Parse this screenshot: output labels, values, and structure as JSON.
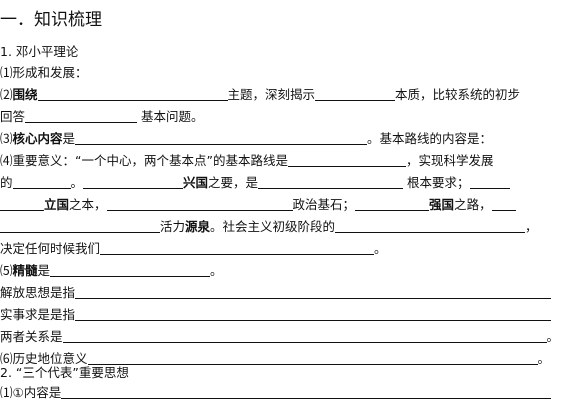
{
  "section_title": "一．知识梳理",
  "lines": {
    "l1": "1. 邓小平理论",
    "l2": "⑴形成和发展：",
    "l3": {
      "a": "⑵",
      "b": "围绕",
      "c": "主题，深刻揭示",
      "d": "本质，比较系统的初步"
    },
    "l4": {
      "a": "回答",
      "b": " 基本问题。"
    },
    "l5": {
      "a": "⑶",
      "b": "核心内容",
      "c": "是",
      "d": "。基本路线的内容是："
    },
    "l6": {
      "a": "⑷重要意义：“一个中心，两个基本点”的基本路线是",
      "b": "，实现科学发展"
    },
    "l7": {
      "a": "的",
      "b": "。",
      "c": "兴国",
      "d": "之要，是",
      "e": " 根本要求；"
    },
    "l8": {
      "a": "立国",
      "b": "之本，",
      "c": "政治基石；",
      "d": "强国",
      "e": "之路，"
    },
    "l9": {
      "a": "活力",
      "b": "源泉",
      "c": "。社会主义初级阶段的",
      "d": "，"
    },
    "l10": {
      "a": "决定任何时候我们",
      "b": "。"
    },
    "l11": {
      "a": "⑸",
      "b": "精髓",
      "c": "是",
      "d": "。"
    },
    "l12": "解放思想是指",
    "l13": "实事求是是指",
    "l14": {
      "a": "两者关系是",
      "b": "。"
    },
    "l15": {
      "a": "⑹历史地位意义",
      "b": "。"
    },
    "l16": "2. “三个代表”重要思想",
    "l17": "⑴①内容是"
  }
}
